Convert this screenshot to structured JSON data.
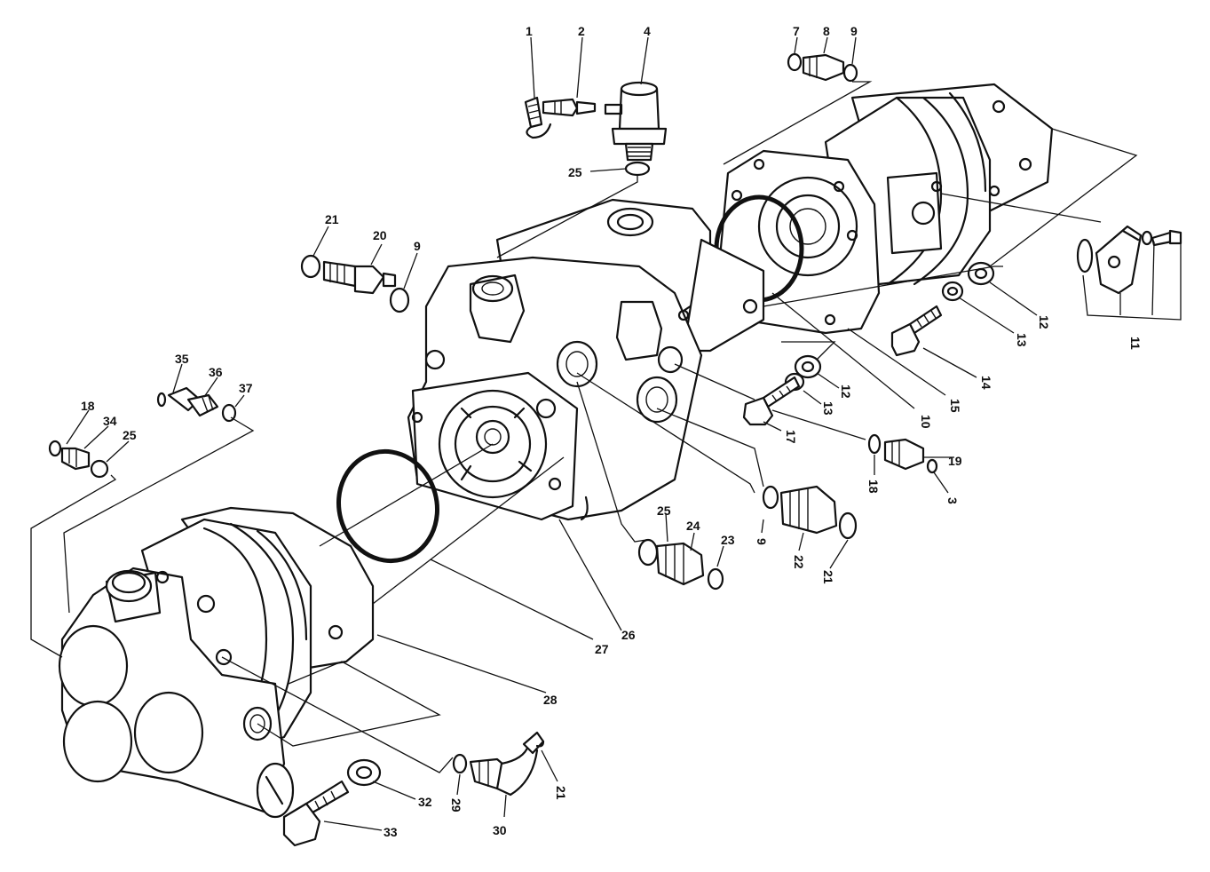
{
  "callouts": [
    {
      "id": "c1",
      "text": "1"
    },
    {
      "id": "c2",
      "text": "2"
    },
    {
      "id": "c4",
      "text": "4"
    },
    {
      "id": "c25a",
      "text": "25"
    },
    {
      "id": "c7",
      "text": "7"
    },
    {
      "id": "c8",
      "text": "8"
    },
    {
      "id": "c9a",
      "text": "9"
    },
    {
      "id": "c21a",
      "text": "21"
    },
    {
      "id": "c20",
      "text": "20"
    },
    {
      "id": "c9b",
      "text": "9"
    },
    {
      "id": "c11",
      "text": "11"
    },
    {
      "id": "c12a",
      "text": "12"
    },
    {
      "id": "c13a",
      "text": "13"
    },
    {
      "id": "c14",
      "text": "14"
    },
    {
      "id": "c15",
      "text": "15"
    },
    {
      "id": "c10",
      "text": "10"
    },
    {
      "id": "c12b",
      "text": "12"
    },
    {
      "id": "c13b",
      "text": "13"
    },
    {
      "id": "c17",
      "text": "17"
    },
    {
      "id": "c18a",
      "text": "18"
    },
    {
      "id": "c19",
      "text": "19"
    },
    {
      "id": "c3",
      "text": "3"
    },
    {
      "id": "c35",
      "text": "35"
    },
    {
      "id": "c36",
      "text": "36"
    },
    {
      "id": "c37",
      "text": "37"
    },
    {
      "id": "c18b",
      "text": "18"
    },
    {
      "id": "c34",
      "text": "34"
    },
    {
      "id": "c25b",
      "text": "25"
    },
    {
      "id": "c25c",
      "text": "25"
    },
    {
      "id": "c24",
      "text": "24"
    },
    {
      "id": "c23",
      "text": "23"
    },
    {
      "id": "c9c",
      "text": "9"
    },
    {
      "id": "c22",
      "text": "22"
    },
    {
      "id": "c21b",
      "text": "21"
    },
    {
      "id": "c26",
      "text": "26"
    },
    {
      "id": "c27",
      "text": "27"
    },
    {
      "id": "c28",
      "text": "28"
    },
    {
      "id": "c21c",
      "text": "21"
    },
    {
      "id": "c29",
      "text": "29"
    },
    {
      "id": "c30",
      "text": "30"
    },
    {
      "id": "c32",
      "text": "32"
    },
    {
      "id": "c33",
      "text": "33"
    }
  ]
}
